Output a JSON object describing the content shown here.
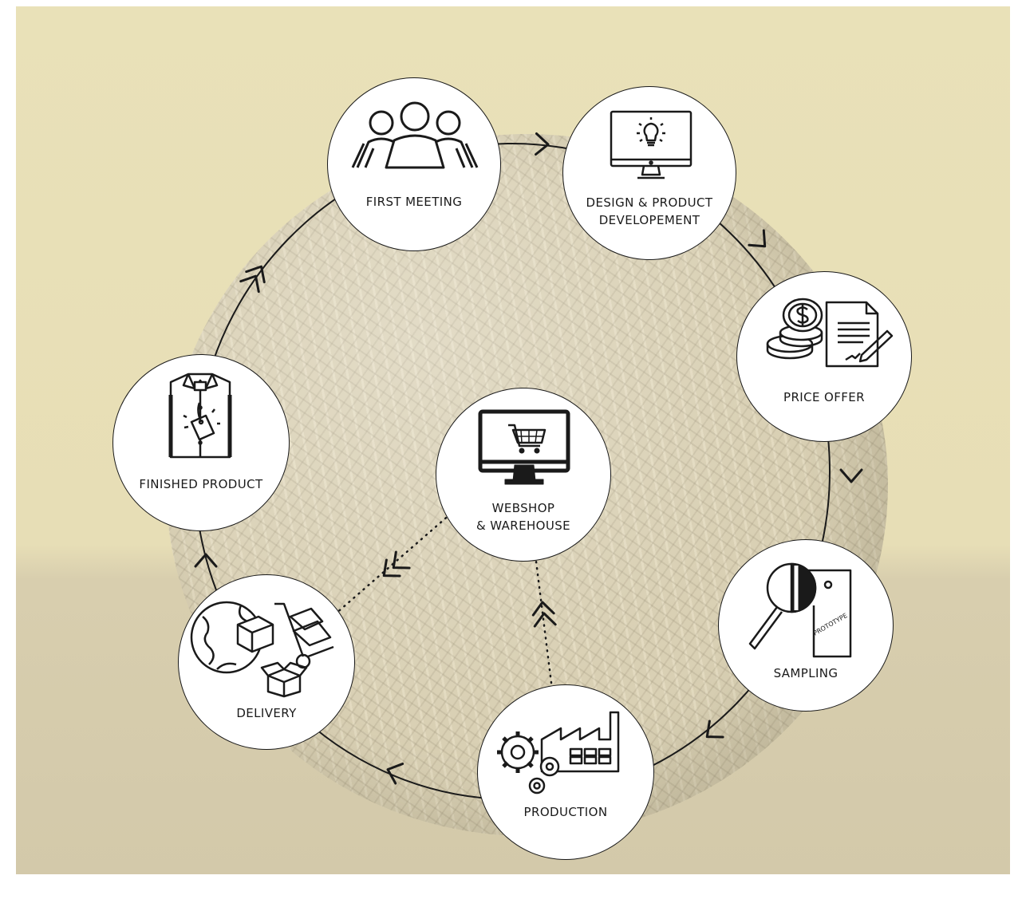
{
  "diagram": {
    "steps": [
      {
        "id": "first-meeting",
        "label": "FIRST MEETING",
        "icon": "people-group-icon"
      },
      {
        "id": "design",
        "label": "DESIGN & PRODUCT\nDEVELOPEMENT",
        "icon": "monitor-lightbulb-icon"
      },
      {
        "id": "price-offer",
        "label": "PRICE OFFER",
        "icon": "coins-contract-icon"
      },
      {
        "id": "sampling",
        "label": "SAMPLING",
        "icon": "magnifier-prototype-icon",
        "tag_text": "PROTOTYPE"
      },
      {
        "id": "production",
        "label": "PRODUCTION",
        "icon": "factory-gears-icon"
      },
      {
        "id": "delivery",
        "label": "DELIVERY",
        "icon": "globe-box-handtruck-icon"
      },
      {
        "id": "finished-product",
        "label": "FINISHED PRODUCT",
        "icon": "shirt-tag-icon"
      },
      {
        "id": "webshop",
        "label": "WEBSHOP\n& WAREHOUSE",
        "icon": "monitor-cart-icon"
      }
    ],
    "cycle_order": [
      "first-meeting",
      "design",
      "price-offer",
      "sampling",
      "production",
      "delivery",
      "finished-product",
      "first-meeting"
    ],
    "dotted_links": [
      {
        "from": "production",
        "to": "webshop"
      },
      {
        "from": "webshop",
        "to": "delivery"
      }
    ]
  }
}
